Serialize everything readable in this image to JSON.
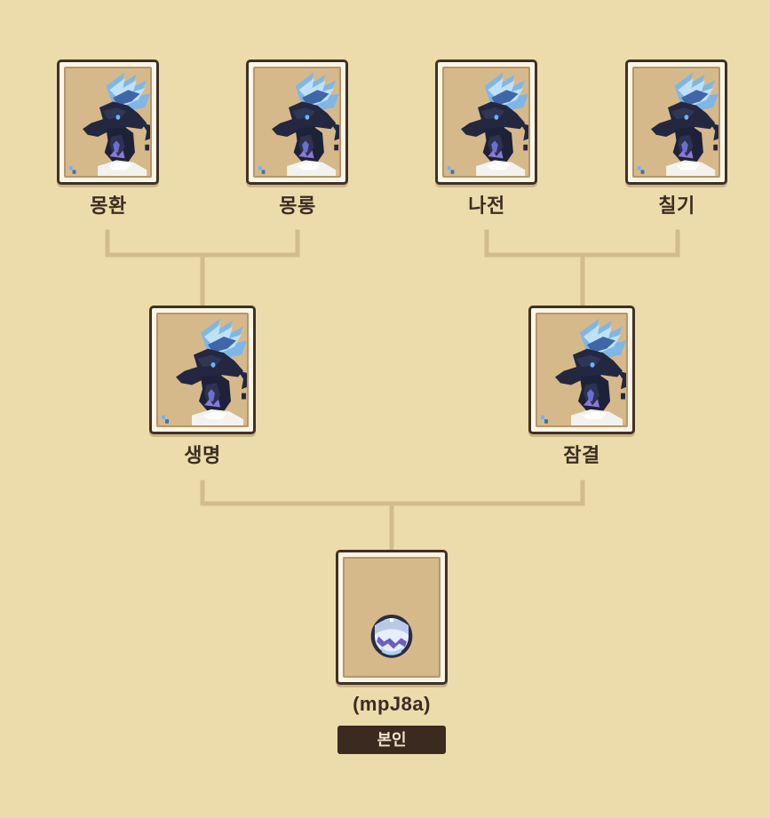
{
  "tree": {
    "grandparents": [
      {
        "name": "몽환",
        "icon": "dark-dragon-icon"
      },
      {
        "name": "몽롱",
        "icon": "dark-dragon-icon"
      },
      {
        "name": "나전",
        "icon": "dark-dragon-icon"
      },
      {
        "name": "칠기",
        "icon": "dark-dragon-icon"
      }
    ],
    "parents": [
      {
        "name": "생명",
        "icon": "dark-dragon-icon"
      },
      {
        "name": "잠결",
        "icon": "dark-dragon-icon"
      }
    ],
    "self": {
      "name": "(mpJ8a)",
      "icon": "egg-icon",
      "badge": "본인"
    }
  },
  "colors": {
    "background": "#ecdcab",
    "connector": "#d2bc8c",
    "card_border": "#3f3124",
    "portrait_bg": "#d6b98a",
    "badge_bg": "#3a2a1f"
  }
}
